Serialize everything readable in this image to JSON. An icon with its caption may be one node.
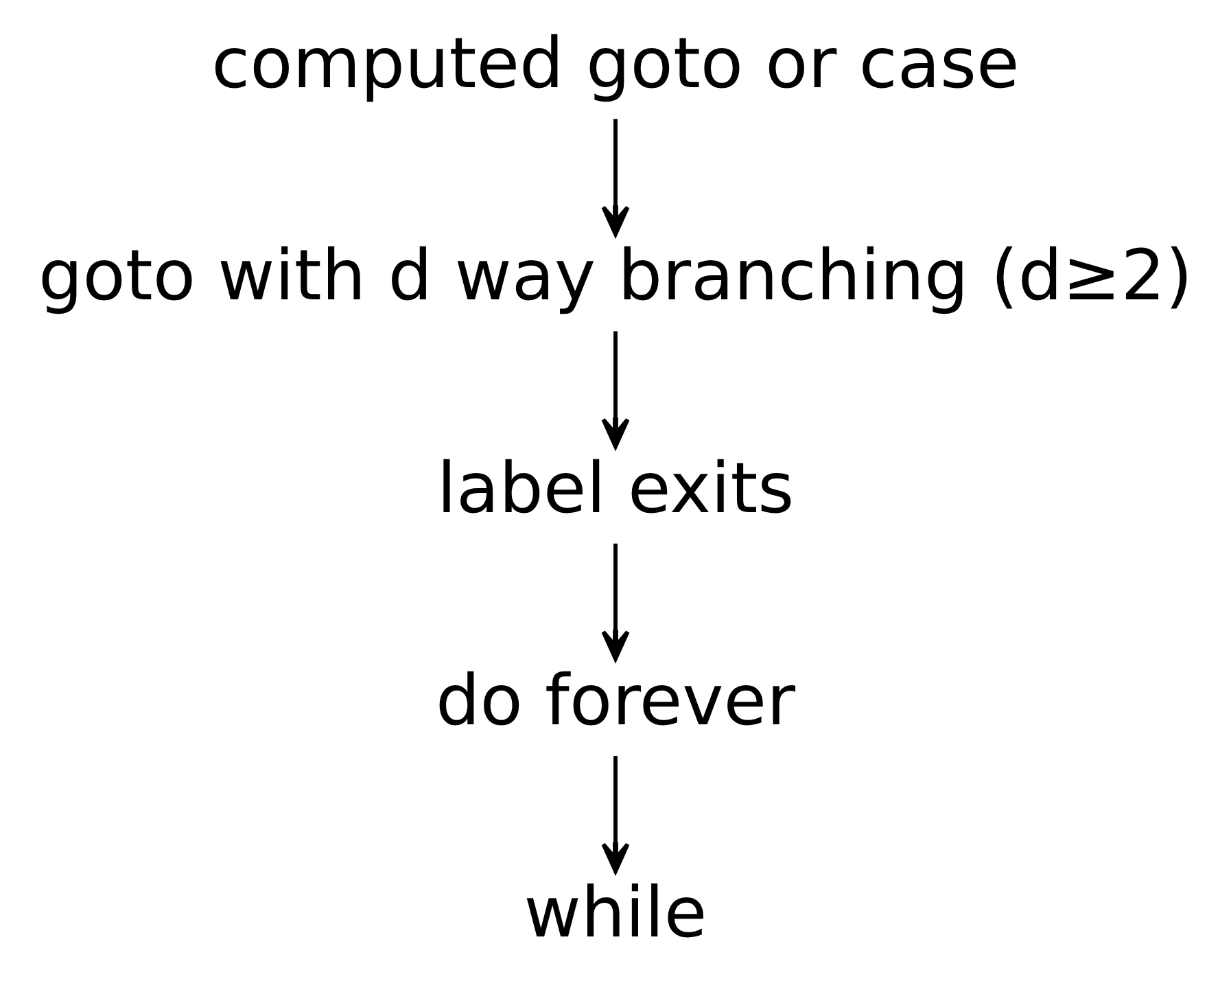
{
  "diagram": {
    "nodes": [
      {
        "text": [
          "computed goto or case"
        ]
      },
      {
        "text": [
          "goto with d way branching (d≥2)"
        ]
      },
      {
        "text": [
          "label exits"
        ]
      },
      {
        "text": [
          "do forever"
        ]
      },
      {
        "text": [
          "while"
        ]
      }
    ],
    "edges": [
      {
        "from": 0,
        "to": 1,
        "arrow": "to"
      },
      {
        "from": 1,
        "to": 2,
        "arrow": "to"
      },
      {
        "from": 2,
        "to": 3,
        "arrow": "to"
      },
      {
        "from": 3,
        "to": 4,
        "arrow": "to"
      }
    ]
  }
}
